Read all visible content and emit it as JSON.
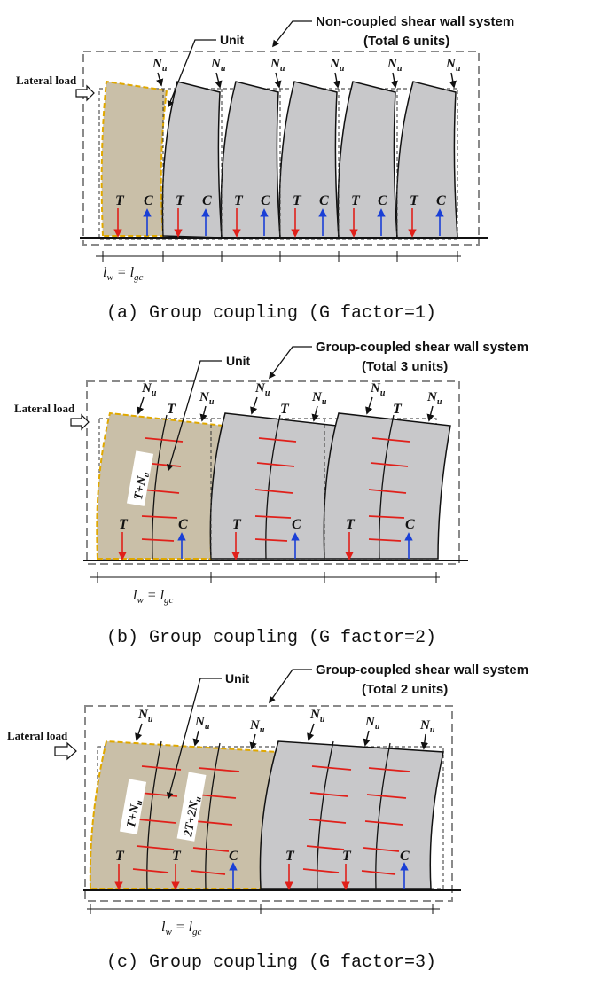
{
  "labels": {
    "unit": "Unit",
    "lateral_load": "Lateral load",
    "Nu_main": "N",
    "Nu_sub": "u",
    "T": "T",
    "C": "C",
    "lw": "l",
    "lw_sub": "w",
    "equals": " = ",
    "lgc": "l",
    "lgc_sub": "gc"
  },
  "panel_a": {
    "system_title": "Non-coupled shear wall system",
    "system_units": "(Total 6 units)",
    "caption": "(a) Group coupling (G factor=1)"
  },
  "panel_b": {
    "system_title": "Group-coupled shear wall system",
    "system_units": "(Total 3 units)",
    "rot_label": "T+N",
    "rot_sub": "u",
    "caption": "(b) Group coupling (G factor=2)"
  },
  "panel_c": {
    "system_title": "Group-coupled shear wall system",
    "system_units": "(Total 2 units)",
    "rot_label_1": "T+N",
    "rot_label_1_sub": "u",
    "rot_label_2": "2T+2N",
    "rot_label_2_sub": "u",
    "caption": "(c) Group coupling (G factor=3)"
  },
  "colors": {
    "wall_grey": "#c8c8ca",
    "wall_highlight": "#c9bfa8",
    "unit_outline": "#e0a800",
    "tension_arrow": "#e0201a",
    "compression_arrow": "#1a3fd6",
    "dashed_frame": "#8a8a8a",
    "coupling_bar": "#e0201a"
  }
}
